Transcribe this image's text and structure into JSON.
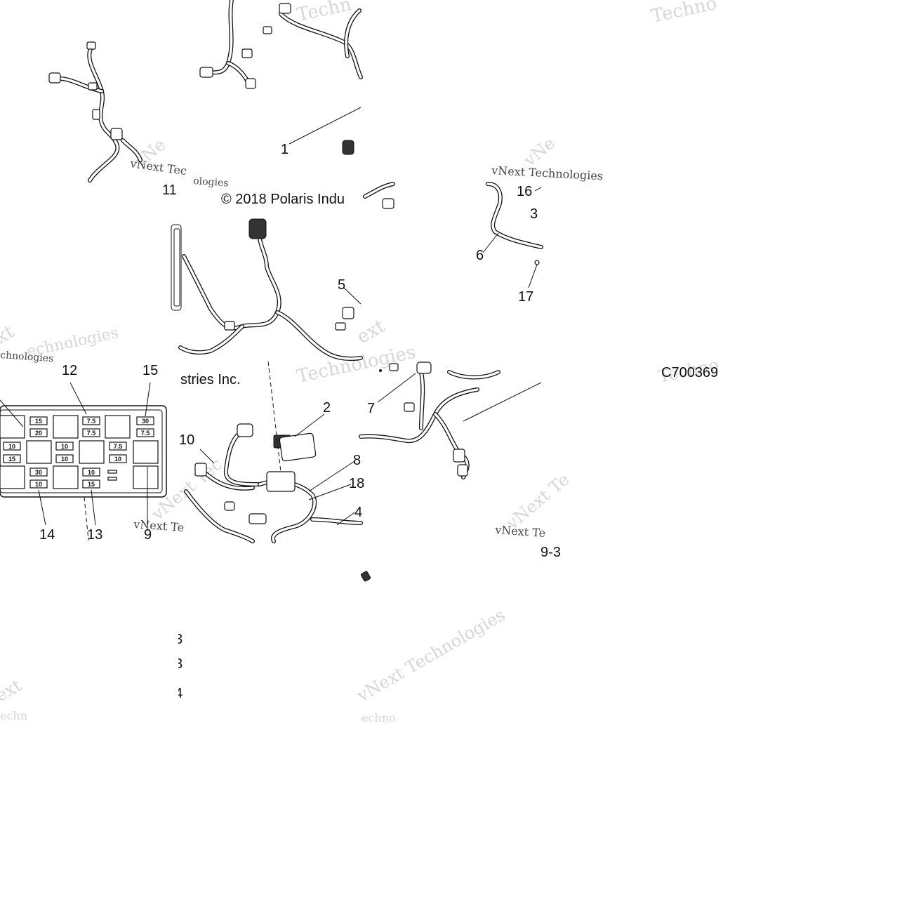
{
  "diagram": {
    "copyright_part1": "© 2018 Polaris Indu",
    "copyright_part2": "stries Inc.",
    "figure_code": "C700369",
    "sub_code": "9-3",
    "callouts": {
      "c1": "1",
      "c2": "2",
      "c3": "3",
      "c4": "4",
      "c5": "5",
      "c6": "6",
      "c7": "7",
      "c8": "8",
      "c9": "9",
      "c10": "10",
      "c11": "11",
      "c12": "12",
      "c13": "13",
      "c14": "14",
      "c15": "15",
      "c16": "16",
      "c17": "17",
      "c18": "18"
    },
    "fragments": {
      "f1": "3",
      "f2": "3",
      "f3": "4"
    },
    "fuse_box": {
      "row1": [
        "15",
        "20",
        "7.5",
        "7.5",
        "30",
        "7.5"
      ],
      "row2": [
        "10",
        "15",
        "10",
        "10",
        "7.5",
        "10"
      ],
      "row3": [
        "30",
        "10",
        "10",
        "15"
      ]
    },
    "watermarks": {
      "w1": "Techno",
      "w2": "vNext Tec",
      "w3": "vNext Technologies",
      "w4": "Techn",
      "w5": "xt",
      "w6": "Technologies",
      "w7": "vNext Te",
      "w8": "chnologies",
      "w9": "ext",
      "w10": "ologies",
      "w11": "vNext Te",
      "w12": "Techno",
      "w13": "echn",
      "w14": "ext",
      "w15": "echno",
      "w16": "echnologies",
      "w17": "vNe",
      "w18": "vNe"
    }
  }
}
